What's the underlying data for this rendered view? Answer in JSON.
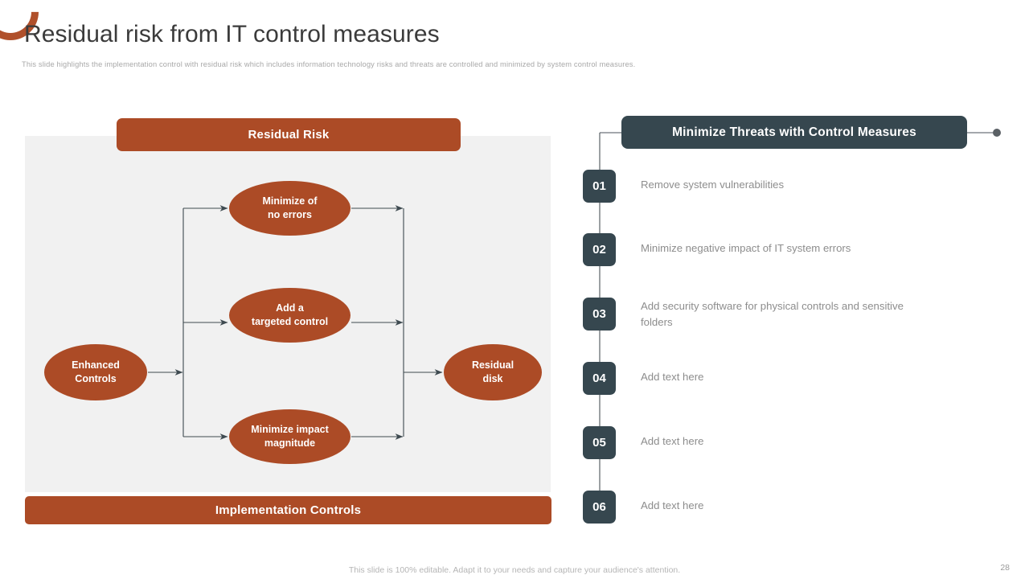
{
  "slide": {
    "title": "Residual risk from IT control measures",
    "subtitle": "This slide highlights the implementation  control with residual risk which includes information technology risks and threats are controlled and minimized  by system control measures.",
    "footer_note": "This slide is 100% editable. Adapt it to your needs and capture your audience's attention.",
    "page_number": "28"
  },
  "colors": {
    "accent_orange": "#ac4b26",
    "accent_dark": "#36474f",
    "panel_gray": "#f1f1f1",
    "body_text": "#8d8d8d",
    "title_text": "#3b3b3b"
  },
  "diagram": {
    "top_band_label": "Residual Risk",
    "bottom_band_label": "Implementation Controls",
    "nodes": [
      {
        "id": "enhanced-controls",
        "label": "Enhanced\nControls"
      },
      {
        "id": "minimize-no-errors",
        "label": "Minimize of\nno errors"
      },
      {
        "id": "add-targeted-control",
        "label": "Add a\ntargeted control"
      },
      {
        "id": "minimize-impact-magnitude",
        "label": "Minimize impact\nmagnitude"
      },
      {
        "id": "residual-disk",
        "label": "Residual\ndisk"
      }
    ]
  },
  "steps_panel": {
    "header": "Minimize Threats with Control Measures",
    "items": [
      {
        "number": "01",
        "text": "Remove system vulnerabilities"
      },
      {
        "number": "02",
        "text": "Minimize negative impact of IT system errors"
      },
      {
        "number": "03",
        "text": "Add security software for physical controls and sensitive folders"
      },
      {
        "number": "04",
        "text": "Add text here"
      },
      {
        "number": "05",
        "text": "Add text here"
      },
      {
        "number": "06",
        "text": "Add text here"
      }
    ]
  }
}
